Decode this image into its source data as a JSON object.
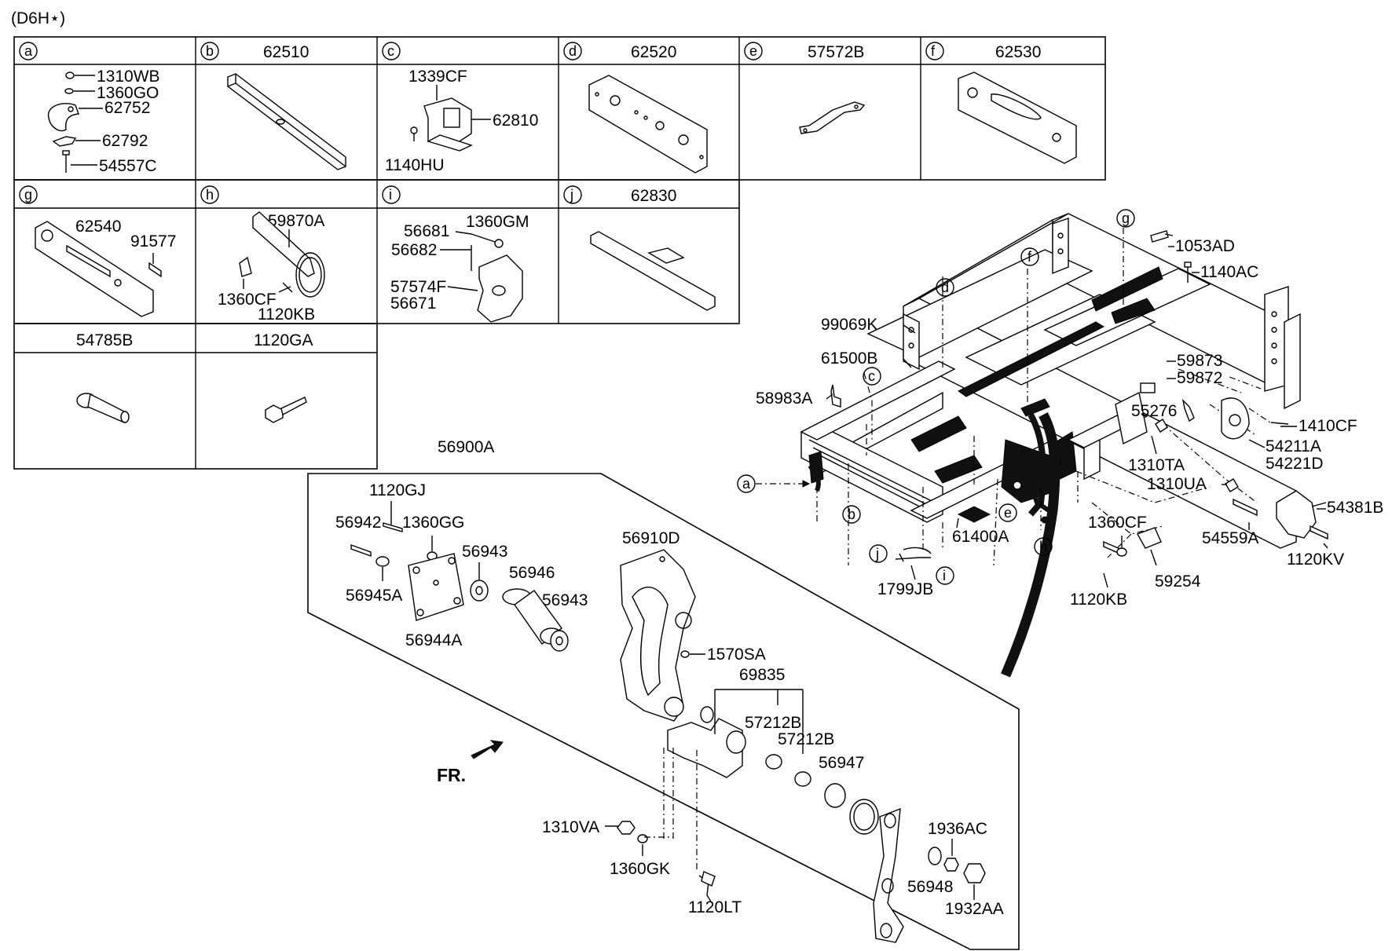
{
  "model_code": "(D6H⋆)",
  "panels": [
    {
      "letter": "a",
      "part": ""
    },
    {
      "letter": "b",
      "part": "62510"
    },
    {
      "letter": "c",
      "part": ""
    },
    {
      "letter": "d",
      "part": "62520"
    },
    {
      "letter": "e",
      "part": "57572B"
    },
    {
      "letter": "f",
      "part": "62530"
    },
    {
      "letter": "g",
      "part": ""
    },
    {
      "letter": "h",
      "part": ""
    },
    {
      "letter": "i",
      "part": ""
    },
    {
      "letter": "j",
      "part": "62830"
    },
    {
      "letter": "",
      "part": "54785B"
    },
    {
      "letter": "",
      "part": "1120GA"
    }
  ],
  "panel_a": [
    "1310WB",
    "1360GO",
    "62752",
    "62792",
    "54557C"
  ],
  "panel_c": [
    "1339CF",
    "62810",
    "1140HU"
  ],
  "panel_g": [
    "62540",
    "91577"
  ],
  "panel_h": [
    "59870A",
    "1360CF",
    "1120KB"
  ],
  "panel_i": [
    "56681",
    "1360GM",
    "56682",
    "57574F",
    "56671"
  ],
  "assembly": {
    "title": "56900A",
    "labels": [
      "1120GJ",
      "56942",
      "1360GG",
      "56943",
      "56946",
      "56943",
      "56945A",
      "56944A",
      "56910D",
      "1570SA",
      "69835",
      "57212B",
      "57212B",
      "56947",
      "1310VA",
      "1360GK",
      "1120LT",
      "1936AC",
      "56948",
      "1932AA"
    ],
    "direction": "FR."
  },
  "frame": {
    "labels": [
      "1053AD",
      "1140AC",
      "99069K",
      "61500B",
      "58983A",
      "59873",
      "59872",
      "55276",
      "1410CF",
      "54211A",
      "54221D",
      "1310TA",
      "1310UA",
      "54381B",
      "54559A",
      "1120KV",
      "1360CF",
      "59254",
      "1120KB",
      "61400A",
      "1799JB"
    ],
    "callouts": [
      "g",
      "f",
      "d",
      "c",
      "a",
      "b",
      "j",
      "i",
      "e",
      "h"
    ]
  }
}
